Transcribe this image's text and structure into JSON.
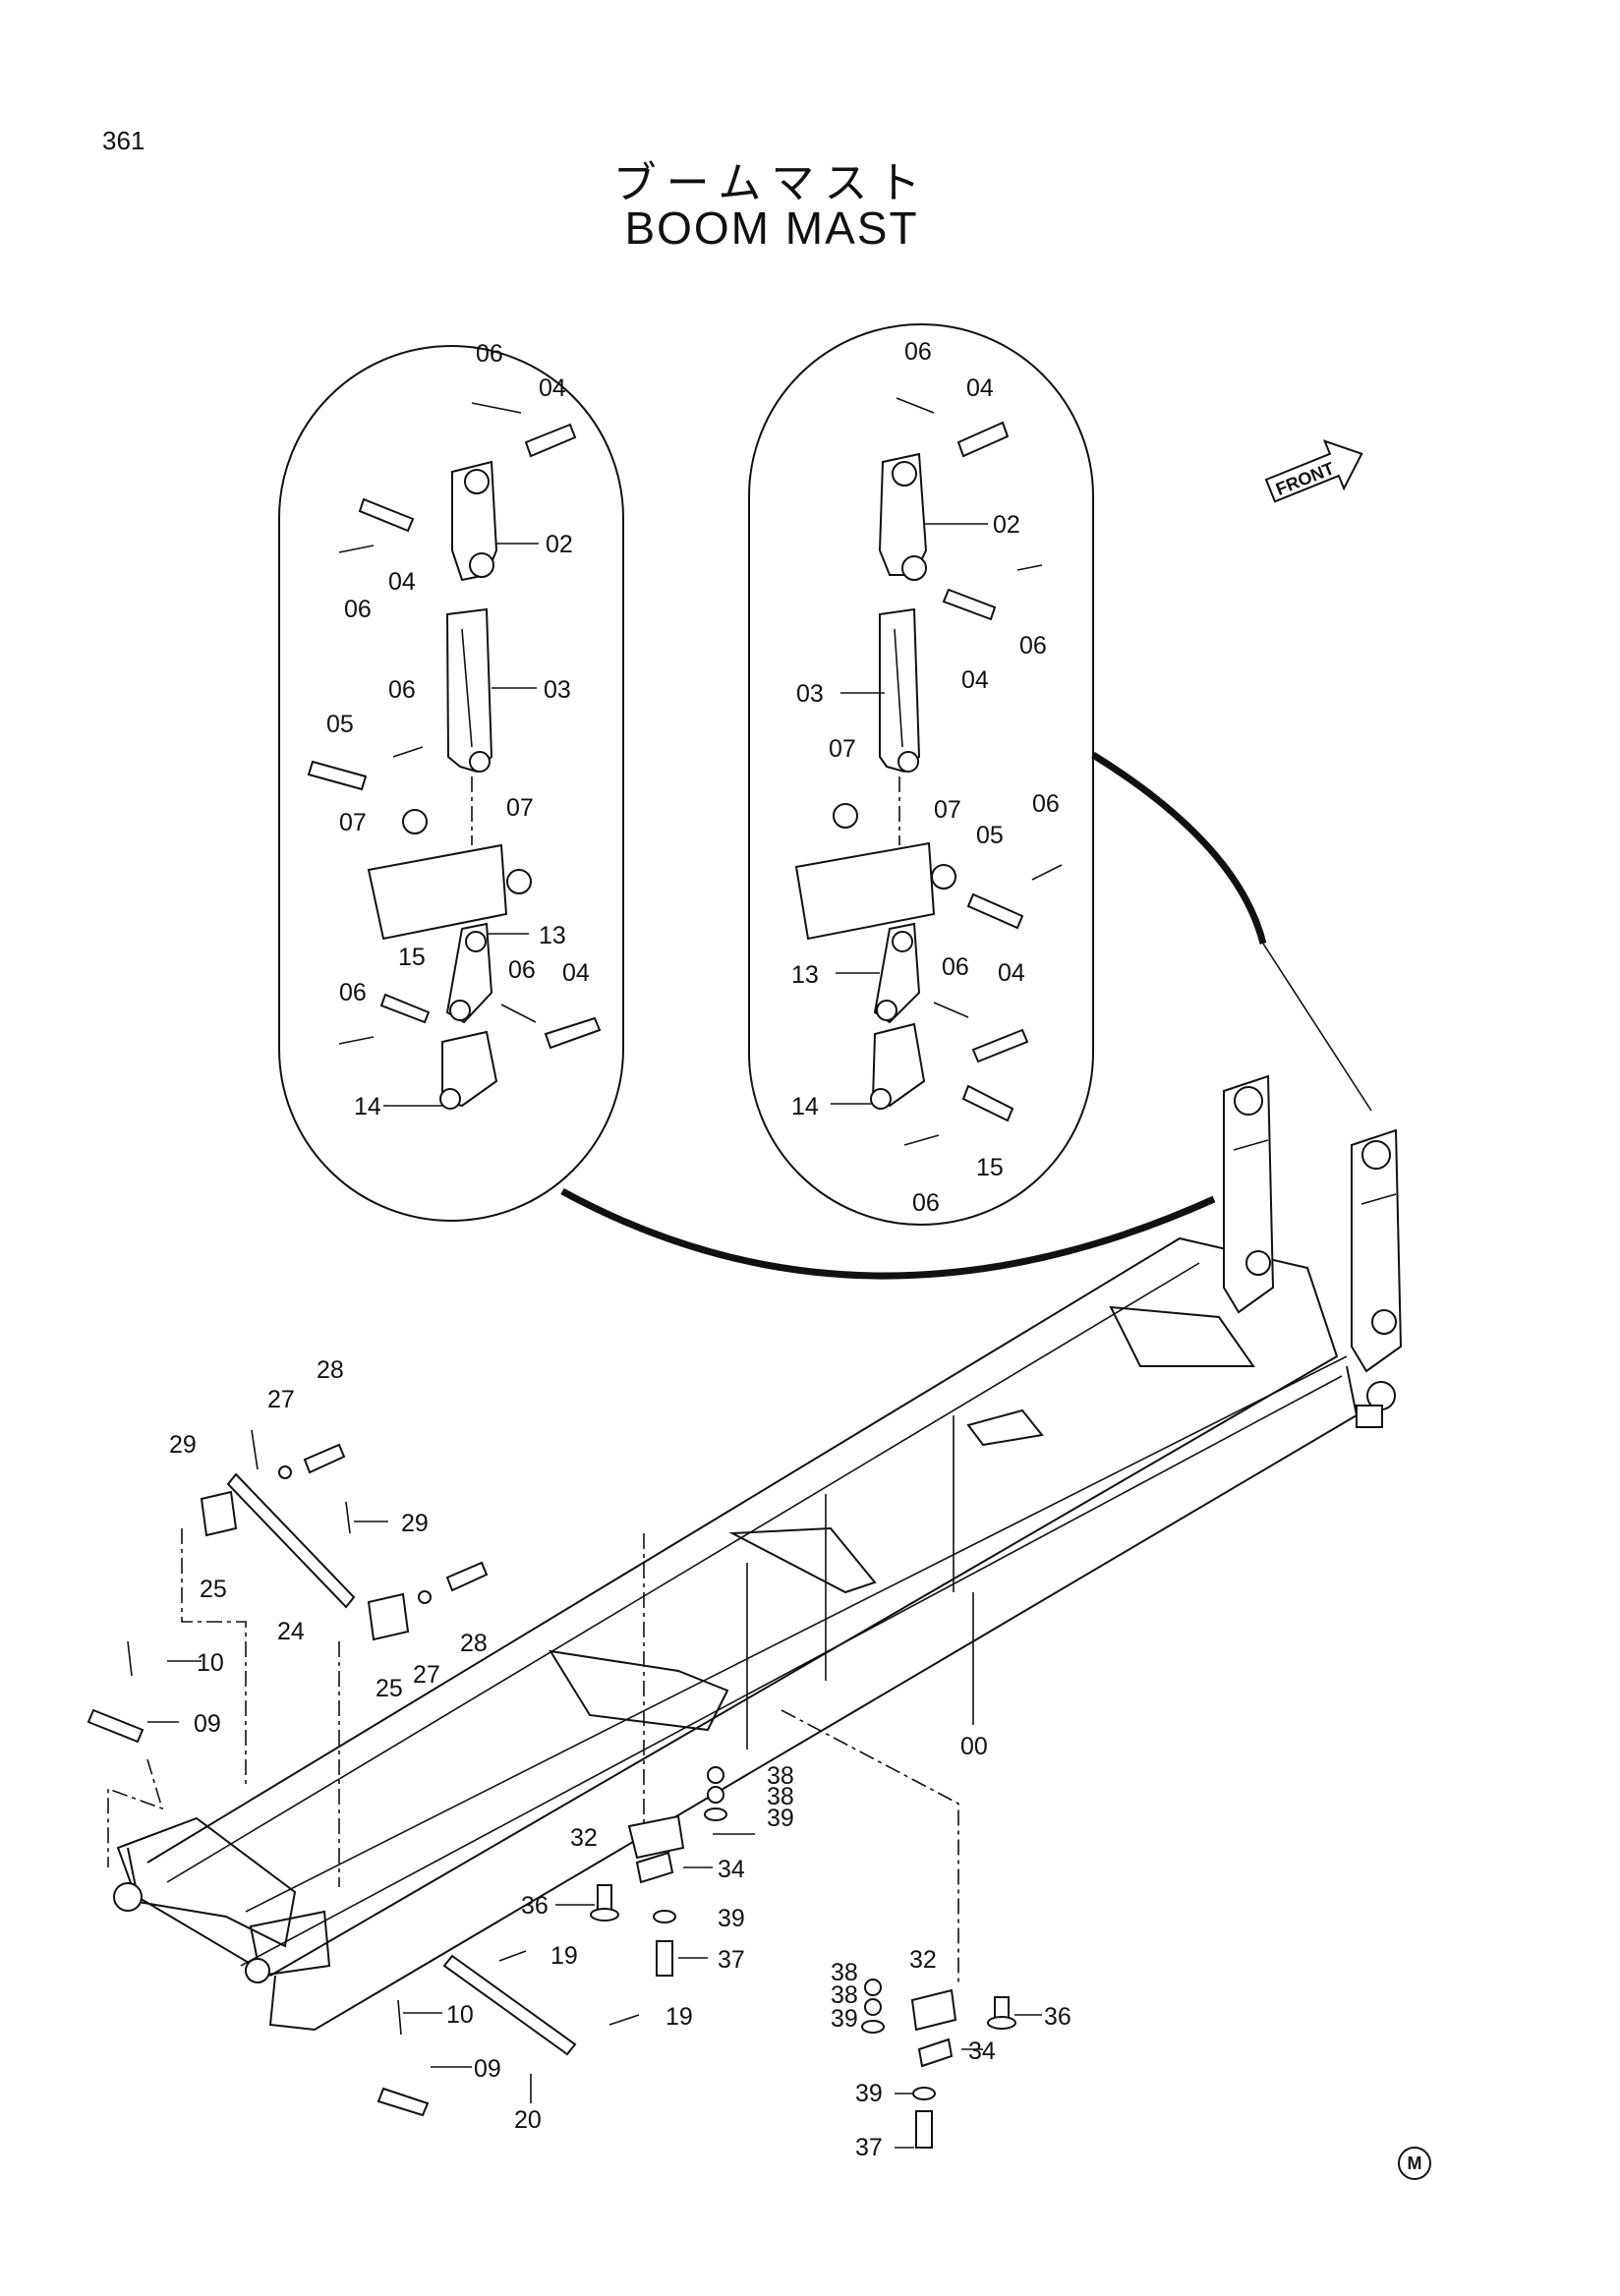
{
  "page_number": "361",
  "title_jp": "ブームマスト",
  "title_en": "BOOM MAST",
  "front_label": "FRONT",
  "corner_mark": "M",
  "callouts": {
    "l_06a": "06",
    "l_04a": "04",
    "l_02": "02",
    "l_04b": "04",
    "l_06b": "06",
    "l_03": "03",
    "l_06c": "06",
    "l_05": "05",
    "l_07a": "07",
    "l_07b": "07",
    "l_13": "13",
    "l_15": "15",
    "l_06d": "06",
    "l_06e": "06",
    "l_04c": "04",
    "l_14": "14",
    "r_06a": "06",
    "r_04a": "04",
    "r_02": "02",
    "r_04b": "04",
    "r_06b": "06",
    "r_03": "03",
    "r_07a": "07",
    "r_07b": "07",
    "r_06c": "06",
    "r_05": "05",
    "r_13": "13",
    "r_06d": "06",
    "r_04c": "04",
    "r_14": "14",
    "r_15": "15",
    "r_06e": "06",
    "b_28a": "28",
    "b_27a": "27",
    "b_29a": "29",
    "b_29b": "29",
    "b_25a": "25",
    "b_24": "24",
    "b_28b": "28",
    "b_27b": "27",
    "b_25b": "25",
    "b_10a": "10",
    "b_09a": "09",
    "b_00": "00",
    "b_38a": "38",
    "b_38b": "38",
    "b_39a": "39",
    "b_32a": "32",
    "b_34a": "34",
    "b_36a": "36",
    "b_39b": "39",
    "b_37a": "37",
    "b_19a": "19",
    "b_10b": "10",
    "b_19b": "19",
    "b_09b": "09",
    "b_20": "20",
    "b_38c": "38",
    "b_32b": "32",
    "b_38d": "38",
    "b_36b": "36",
    "b_39c": "39",
    "b_34b": "34",
    "b_39d": "39",
    "b_37b": "37"
  }
}
